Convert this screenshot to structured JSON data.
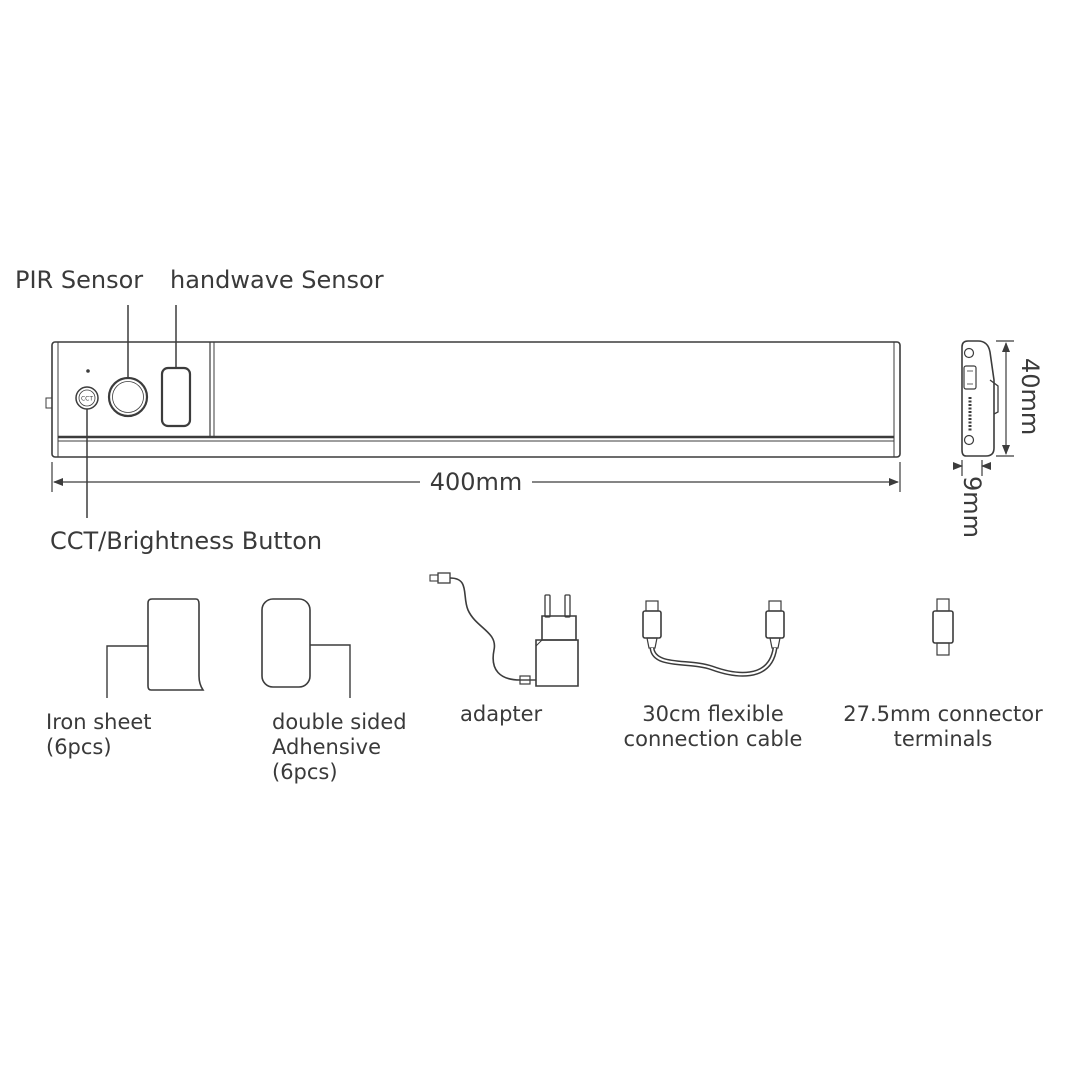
{
  "labels": {
    "pir_sensor": "PIR Sensor",
    "handwave_sensor": "handwave Sensor",
    "cct_button": "CCT/Brightness Button",
    "cct_icon_text": "CCT",
    "length": "400mm",
    "height": "40mm",
    "depth": "9mm"
  },
  "accessories": {
    "iron_sheet": {
      "line1": "Iron sheet",
      "line2": "(6pcs)"
    },
    "adhesive": {
      "line1": "double sided",
      "line2": "Adhensive",
      "line3": "(6pcs)"
    },
    "adapter": {
      "line1": "adapter"
    },
    "cable": {
      "line1": "30cm flexible",
      "line2": "connection cable"
    },
    "terminals": {
      "line1": "27.5mm connector",
      "line2": "terminals"
    }
  },
  "colors": {
    "line": "#3c3c3c",
    "text": "#3a3a3a",
    "background": "#ffffff"
  }
}
